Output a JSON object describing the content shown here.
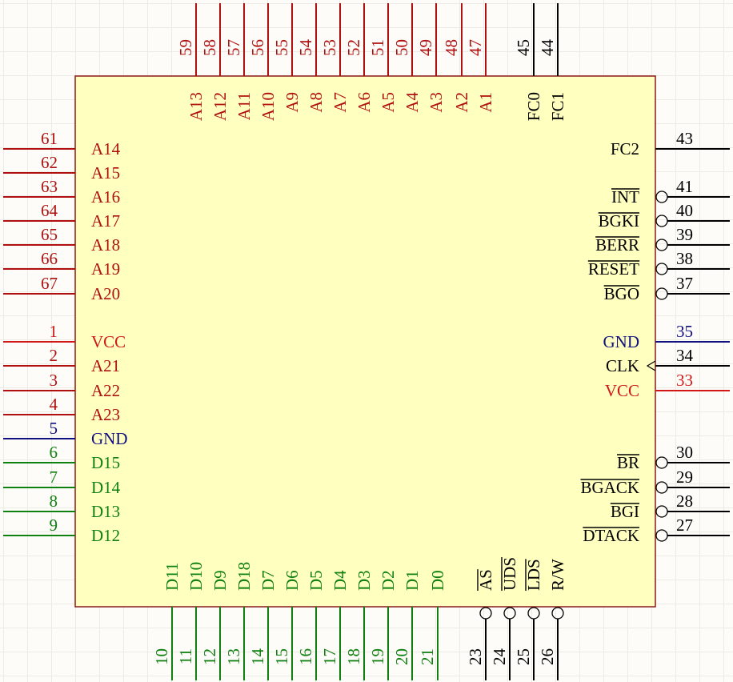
{
  "colors": {
    "body_fill": "#ffffc0",
    "body_stroke": "#8b1a1a",
    "address": "#b01010",
    "power": "#d01818",
    "ground": "#101080",
    "data": "#108010",
    "control": "#000000"
  },
  "pins": {
    "top": [
      {
        "num": "59",
        "name": "A13",
        "type": "address"
      },
      {
        "num": "58",
        "name": "A12",
        "type": "address"
      },
      {
        "num": "57",
        "name": "A11",
        "type": "address"
      },
      {
        "num": "56",
        "name": "A10",
        "type": "address"
      },
      {
        "num": "55",
        "name": "A9",
        "type": "address"
      },
      {
        "num": "54",
        "name": "A8",
        "type": "address"
      },
      {
        "num": "53",
        "name": "A7",
        "type": "address"
      },
      {
        "num": "52",
        "name": "A6",
        "type": "address"
      },
      {
        "num": "51",
        "name": "A5",
        "type": "address"
      },
      {
        "num": "50",
        "name": "A4",
        "type": "address"
      },
      {
        "num": "49",
        "name": "A3",
        "type": "address"
      },
      {
        "num": "48",
        "name": "A2",
        "type": "address"
      },
      {
        "num": "47",
        "name": "A1",
        "type": "address"
      },
      {
        "num": "45",
        "name": "FC0",
        "type": "control"
      },
      {
        "num": "44",
        "name": "FC1",
        "type": "control"
      }
    ],
    "left": [
      {
        "num": "61",
        "name": "A14",
        "type": "address"
      },
      {
        "num": "62",
        "name": "A15",
        "type": "address"
      },
      {
        "num": "63",
        "name": "A16",
        "type": "address"
      },
      {
        "num": "64",
        "name": "A17",
        "type": "address"
      },
      {
        "num": "65",
        "name": "A18",
        "type": "address"
      },
      {
        "num": "66",
        "name": "A19",
        "type": "address"
      },
      {
        "num": "67",
        "name": "A20",
        "type": "address"
      },
      {
        "num": "1",
        "name": "VCC",
        "type": "power"
      },
      {
        "num": "2",
        "name": "A21",
        "type": "address"
      },
      {
        "num": "3",
        "name": "A22",
        "type": "address"
      },
      {
        "num": "4",
        "name": "A23",
        "type": "address"
      },
      {
        "num": "5",
        "name": "GND",
        "type": "ground"
      },
      {
        "num": "6",
        "name": "D15",
        "type": "data"
      },
      {
        "num": "7",
        "name": "D14",
        "type": "data"
      },
      {
        "num": "8",
        "name": "D13",
        "type": "data"
      },
      {
        "num": "9",
        "name": "D12",
        "type": "data"
      }
    ],
    "right": [
      {
        "num": "43",
        "name": "FC2",
        "type": "control",
        "inverted": false,
        "overbar": false
      },
      {
        "num": "41",
        "name": "INT",
        "type": "control",
        "inverted": true,
        "overbar": true
      },
      {
        "num": "40",
        "name": "BGKI",
        "type": "control",
        "inverted": true,
        "overbar": true
      },
      {
        "num": "39",
        "name": "BERR",
        "type": "control",
        "inverted": true,
        "overbar": true
      },
      {
        "num": "38",
        "name": "RESET",
        "type": "control",
        "inverted": true,
        "overbar": true
      },
      {
        "num": "37",
        "name": "BGO",
        "type": "control",
        "inverted": true,
        "overbar": true
      },
      {
        "num": "35",
        "name": "GND",
        "type": "ground",
        "inverted": false,
        "overbar": false
      },
      {
        "num": "34",
        "name": "CLK",
        "type": "control",
        "inverted": false,
        "overbar": false,
        "clock": true
      },
      {
        "num": "33",
        "name": "VCC",
        "type": "power",
        "inverted": false,
        "overbar": false
      },
      {
        "num": "30",
        "name": "BR",
        "type": "control",
        "inverted": true,
        "overbar": true
      },
      {
        "num": "29",
        "name": "BGACK",
        "type": "control",
        "inverted": true,
        "overbar": true
      },
      {
        "num": "28",
        "name": "BGI",
        "type": "control",
        "inverted": true,
        "overbar": true
      },
      {
        "num": "27",
        "name": "DTACK",
        "type": "control",
        "inverted": true,
        "overbar": true
      }
    ],
    "bottom": [
      {
        "num": "10",
        "name": "D11",
        "type": "data"
      },
      {
        "num": "11",
        "name": "D10",
        "type": "data"
      },
      {
        "num": "12",
        "name": "D9",
        "type": "data"
      },
      {
        "num": "13",
        "name": "D18",
        "type": "data"
      },
      {
        "num": "14",
        "name": "D7",
        "type": "data"
      },
      {
        "num": "15",
        "name": "D6",
        "type": "data"
      },
      {
        "num": "16",
        "name": "D5",
        "type": "data"
      },
      {
        "num": "17",
        "name": "D4",
        "type": "data"
      },
      {
        "num": "18",
        "name": "D3",
        "type": "data"
      },
      {
        "num": "19",
        "name": "D2",
        "type": "data"
      },
      {
        "num": "20",
        "name": "D1",
        "type": "data"
      },
      {
        "num": "21",
        "name": "D0",
        "type": "data"
      },
      {
        "num": "23",
        "name": "AS",
        "type": "control",
        "inverted": true,
        "overbar": true
      },
      {
        "num": "24",
        "name": "UDS",
        "type": "control",
        "inverted": true,
        "overbar": true
      },
      {
        "num": "25",
        "name": "LDS",
        "type": "control",
        "inverted": true,
        "overbar": true
      },
      {
        "num": "26",
        "name": "R/W",
        "type": "control",
        "inverted": true,
        "overbar": false
      }
    ]
  }
}
